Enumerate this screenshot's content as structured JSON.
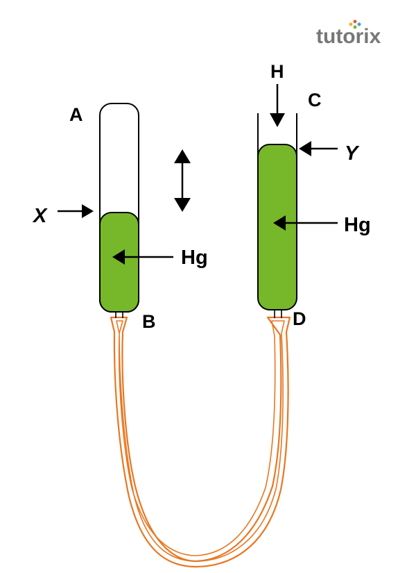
{
  "logo": {
    "text": "tutorix"
  },
  "labels": {
    "a": "A",
    "b": "B",
    "c": "C",
    "d": "D",
    "h": "H",
    "x": "X",
    "y": "Y",
    "hg_left": "Hg",
    "hg_right": "Hg"
  },
  "colors": {
    "mercury": "#76b82a",
    "tube_outline": "#000000",
    "connector": "#e87722",
    "logo_text": "#777777",
    "logo_dots": [
      "#f2b134",
      "#e05a3a",
      "#76b82a",
      "#3aa4d8"
    ]
  },
  "icons": {
    "up_down_arrow": "double-vertical-arrow-icon"
  }
}
